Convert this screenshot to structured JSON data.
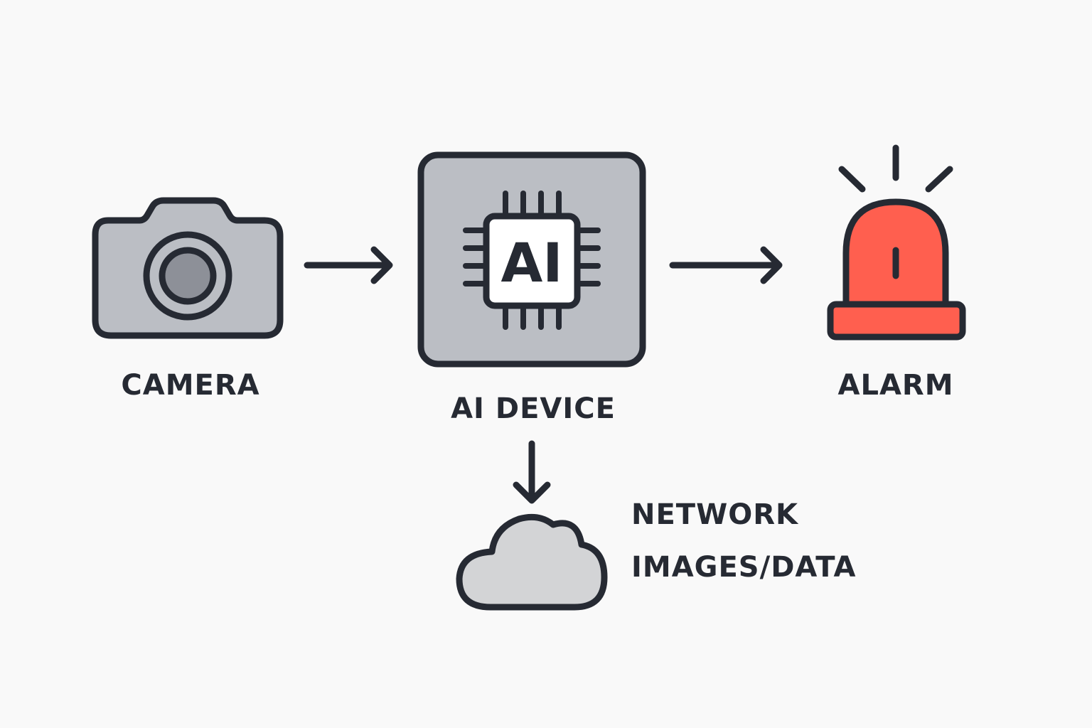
{
  "colors": {
    "stroke": "#262a33",
    "background": "#f9f9f9",
    "panel_gray": "#bbbec4",
    "lens_gray": "#8d9098",
    "cloud_gray": "#d3d4d6",
    "alarm_red": "#ff5f4f",
    "chip_face": "#ffffff"
  },
  "nodes": {
    "camera": {
      "label": "CAMERA",
      "icon": "camera-icon"
    },
    "ai_device": {
      "label": "AI DEVICE",
      "chip_text": "AI",
      "icon": "ai-chip-icon"
    },
    "alarm": {
      "label": "ALARM",
      "icon": "alarm-siren-icon"
    },
    "network": {
      "label": "NETWORK",
      "sublabel": "IMAGES/DATA",
      "icon": "cloud-icon"
    }
  },
  "edges": [
    {
      "from": "camera",
      "to": "ai_device"
    },
    {
      "from": "ai_device",
      "to": "alarm"
    },
    {
      "from": "ai_device",
      "to": "network"
    }
  ]
}
